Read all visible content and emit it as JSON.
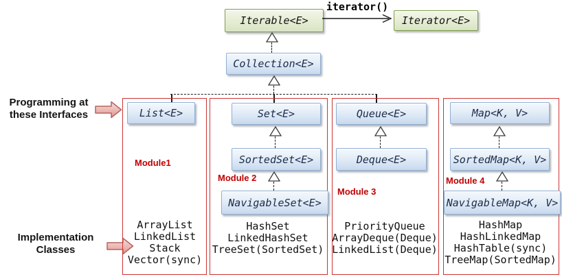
{
  "top": {
    "iterable": "Iterable<E>",
    "iterator_call": "iterator()",
    "iterator": "Iterator<E>",
    "collection": "Collection<E>"
  },
  "side": {
    "programming_line1": "Programming at",
    "programming_line2": "these Interfaces",
    "implementation_line1": "Implementation",
    "implementation_line2": "Classes"
  },
  "columns": [
    {
      "module": "Module1",
      "interfaces": [
        "List<E>"
      ],
      "implementations": [
        "ArrayList",
        "LinkedList",
        "Stack",
        "Vector(sync)"
      ]
    },
    {
      "module": "Module 2",
      "interfaces": [
        "Set<E>",
        "SortedSet<E>",
        "NavigableSet<E>"
      ],
      "implementations": [
        "HashSet",
        "LinkedHashSet",
        "TreeSet(SortedSet)"
      ]
    },
    {
      "module": "Module 3",
      "interfaces": [
        "Queue<E>",
        "Deque<E>"
      ],
      "implementations": [
        "PriorityQueue",
        "ArrayDeque(Deque)",
        "LinkedList(Deque)"
      ]
    },
    {
      "module": "Module 4",
      "interfaces": [
        "Map<K, V>",
        "SortedMap<K, V>",
        "NavigableMap<K, V>"
      ],
      "implementations": [
        "HashMap",
        "HashLinkedMap",
        "HashTable(sync)",
        "TreeMap(SortedMap)"
      ]
    }
  ],
  "colors": {
    "interface_box_fill": "#c8d9ee",
    "interface_box_border": "#8fafd4",
    "entry_box_fill": "#d9e4c2",
    "entry_box_border": "#7f9b49",
    "module_frame": "#cd3333",
    "module_text": "#c00000",
    "block_arrow_fill": "#f3cdca",
    "block_arrow_border": "#b2655f",
    "connector": "#1a1a1a"
  }
}
